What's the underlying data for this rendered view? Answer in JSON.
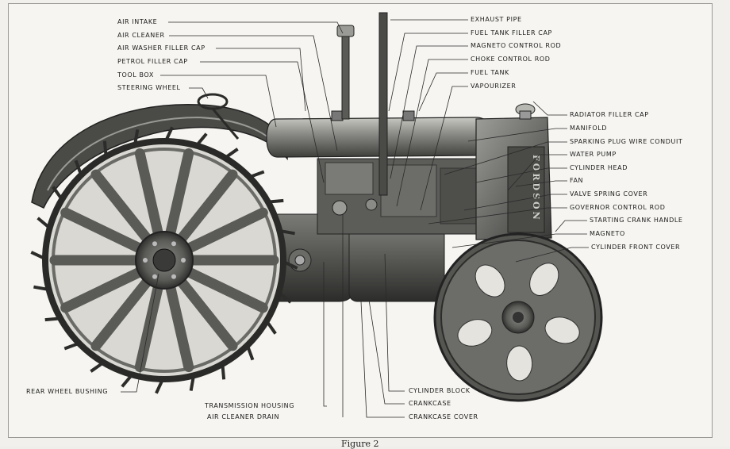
{
  "caption": "Figure 2",
  "labels": {
    "air_intake": "AIR INTAKE",
    "air_cleaner": "AIR CLEANER",
    "air_washer_filler_cap": "AIR WASHER FILLER CAP",
    "petrol_filler_cap": "PETROL FILLER CAP",
    "tool_box": "TOOL BOX",
    "steering_wheel": "STEERING WHEEL",
    "exhaust_pipe": "EXHAUST PIPE",
    "fuel_tank_filler_cap": "FUEL TANK FILLER CAP",
    "magneto_control_rod": "MAGNETO CONTROL ROD",
    "choke_control_rod": "CHOKE CONTROL ROD",
    "fuel_tank": "FUEL TANK",
    "vapourizer": "VAPOURIZER",
    "radiator_filler_cap": "RADIATOR FILLER CAP",
    "manifold": "MANIFOLD",
    "sparking_plug_wire_conduit": "SPARKING PLUG WIRE CONDUIT",
    "water_pump": "WATER PUMP",
    "cylinder_head": "CYLINDER HEAD",
    "fan": "FAN",
    "valve_spring_cover": "VALVE SPRING COVER",
    "governor_control_rod": "GOVERNOR CONTROL ROD",
    "starting_crank_handle": "STARTING CRANK HANDLE",
    "magneto": "MAGNETO",
    "cylinder_front_cover": "CYLINDER FRONT COVER",
    "rear_wheel_bushing": "REAR WHEEL BUSHING",
    "transmission_housing": "TRANSMISSION HOUSING",
    "air_cleaner_drain": "AIR CLEANER DRAIN",
    "cylinder_block": "CYLINDER BLOCK",
    "crankcase": "CRANKCASE",
    "crankcase_cover": "CRANKCASE COVER"
  },
  "radiator_lettering": "FORDSON",
  "colors": {
    "ink": "#1b1b1b",
    "metal_dark": "#3a3a38",
    "metal_mid": "#6b6b68",
    "metal_light": "#a8a8a4",
    "paper": "#f6f5f1"
  }
}
